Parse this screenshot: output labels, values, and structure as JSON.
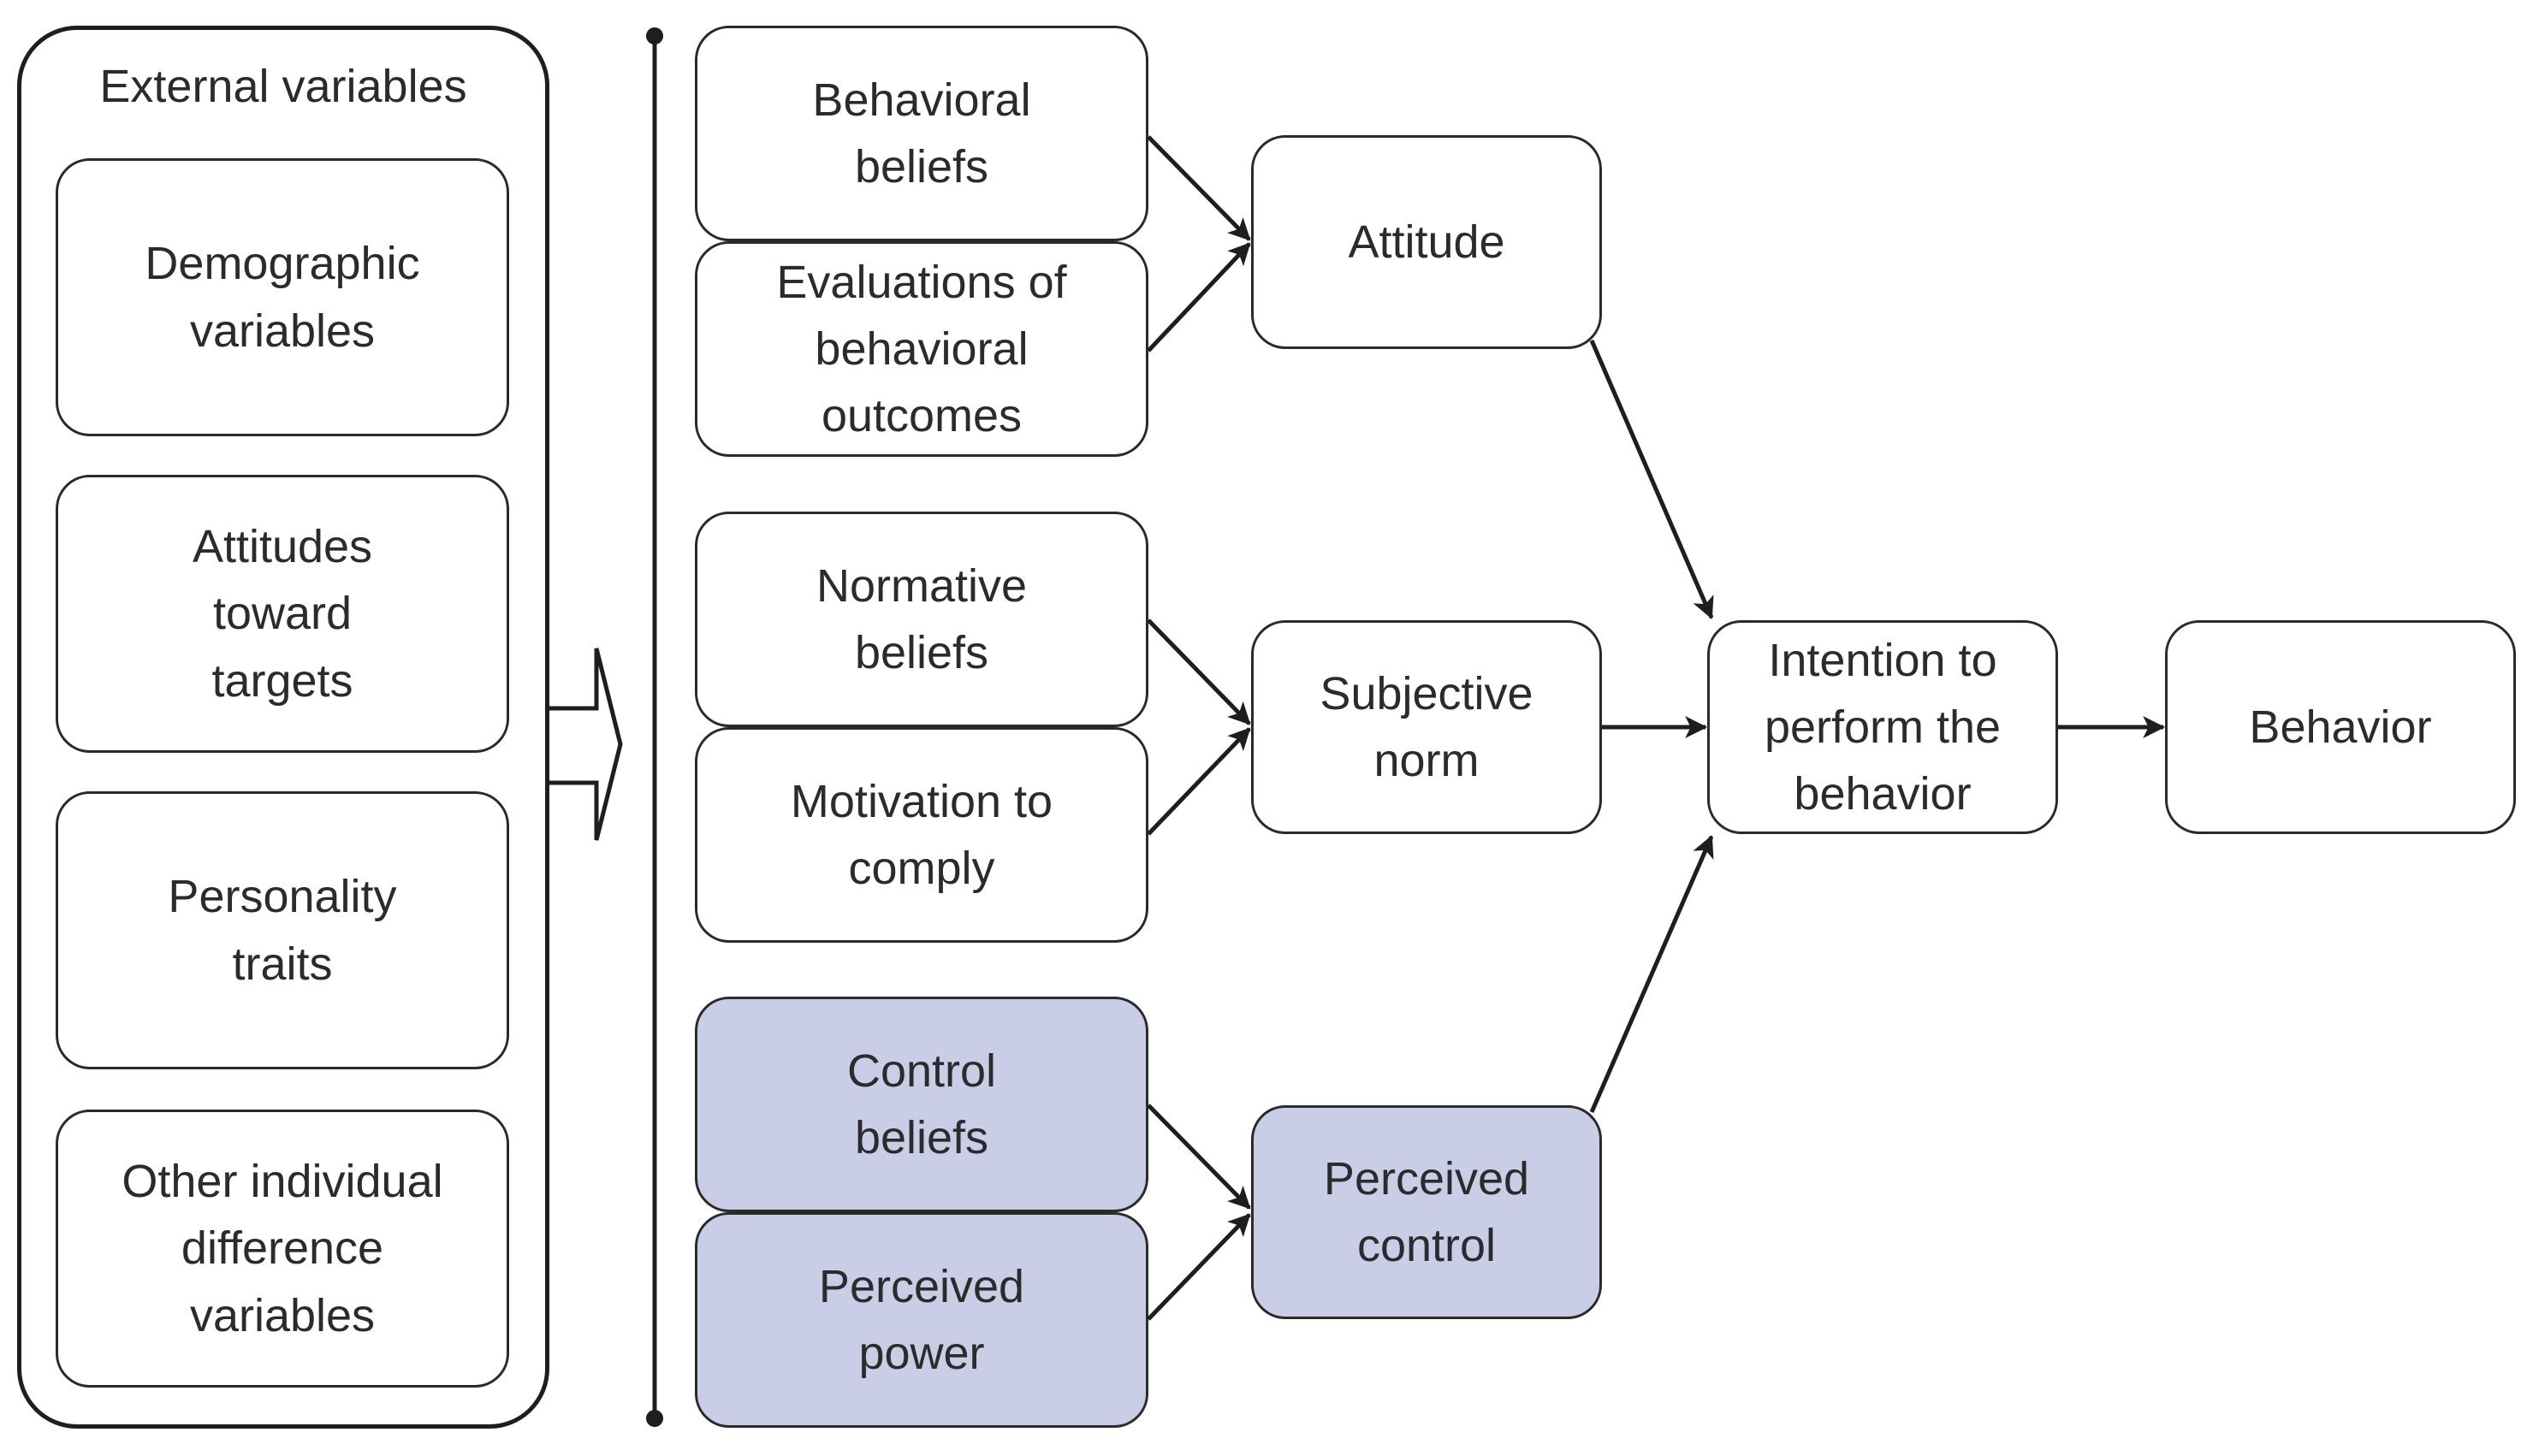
{
  "external": {
    "title": "External variables",
    "items": [
      [
        "Demographic",
        "variables"
      ],
      [
        "Attitudes",
        "toward",
        "targets"
      ],
      [
        "Personality",
        "traits"
      ],
      [
        "Other individual",
        "difference",
        "variables"
      ]
    ]
  },
  "beliefs": {
    "behavioral_beliefs": [
      "Behavioral",
      "beliefs"
    ],
    "evaluations": [
      "Evaluations of",
      "behavioral",
      "outcomes"
    ],
    "normative_beliefs": [
      "Normative",
      "beliefs"
    ],
    "motivation": [
      "Motivation to",
      "comply"
    ],
    "control_beliefs": [
      "Control",
      "beliefs"
    ],
    "perceived_power": [
      "Perceived",
      "power"
    ]
  },
  "constructs": {
    "attitude": [
      "Attitude"
    ],
    "subjective_norm": [
      "Subjective",
      "norm"
    ],
    "perceived_control": [
      "Perceived",
      "control"
    ]
  },
  "intention": [
    "Intention to",
    "perform the",
    "behavior"
  ],
  "behavior": [
    "Behavior"
  ],
  "colors": {
    "shaded_fill": "#c9cee6",
    "stroke": "#2a2a2a"
  }
}
